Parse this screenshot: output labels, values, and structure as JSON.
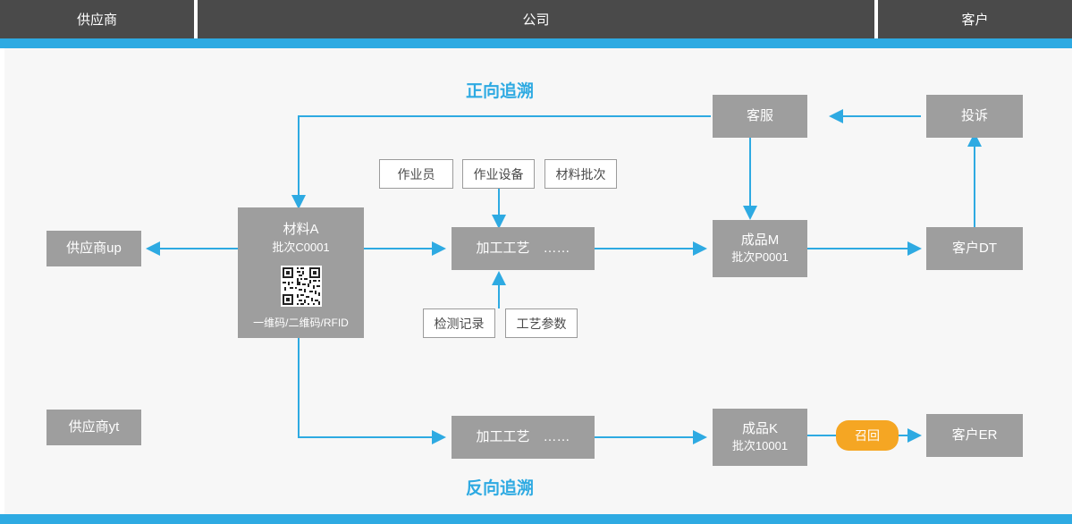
{
  "header": {
    "columns": [
      {
        "label": "供应商"
      },
      {
        "label": "公司"
      },
      {
        "label": "客户"
      }
    ]
  },
  "titles": {
    "forward": "正向追溯",
    "reverse": "反向追溯"
  },
  "nodes": {
    "supplier_up": {
      "label": "供应商up"
    },
    "supplier_yt": {
      "label": "供应商yt"
    },
    "material": {
      "label": "材料A",
      "batch": "批次C0001",
      "codes": "一维码/二维码/RFID"
    },
    "process_top": {
      "label": "加工工艺　……"
    },
    "process_bottom": {
      "label": "加工工艺　……"
    },
    "product_m": {
      "label": "成品M",
      "batch": "批次P0001"
    },
    "product_k": {
      "label": "成品K",
      "batch": "批次10001"
    },
    "customer_service": {
      "label": "客服"
    },
    "complaint": {
      "label": "投诉"
    },
    "customer_dt": {
      "label": "客户DT"
    },
    "customer_er": {
      "label": "客户ER"
    },
    "recall": {
      "label": "召回"
    }
  },
  "attributes": {
    "operator": "作业员",
    "equipment": "作业设备",
    "material_batch": "材料批次",
    "inspection": "检测记录",
    "parameters": "工艺参数"
  },
  "colors": {
    "accent": "#2eaae2",
    "node": "#9e9e9e",
    "header": "#4a4a4a",
    "recall": "#f5a623",
    "canvas": "#f7f7f7"
  }
}
